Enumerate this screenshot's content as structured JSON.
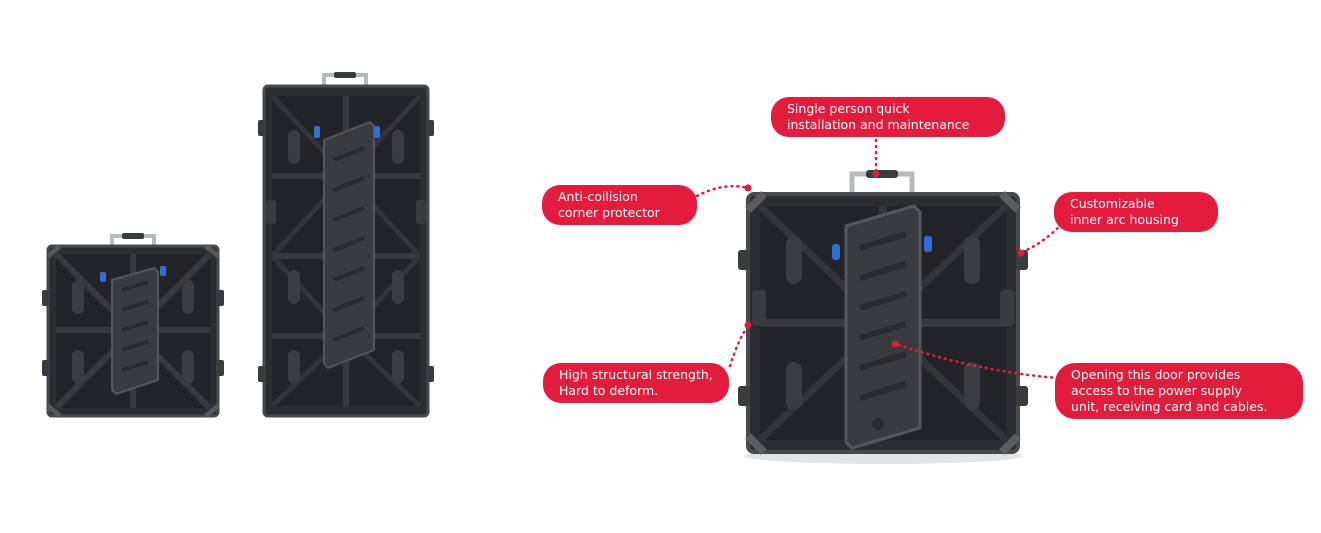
{
  "colors": {
    "accent": "#E31B3D",
    "cabinet_body": "#2c2d30",
    "cabinet_edge": "#47494d",
    "cabinet_dark": "#1d1e20",
    "connector_blue": "#2f6fd6",
    "handle_metal": "#b7babd"
  },
  "callouts": {
    "top": "Single person quick\ninstallation and maintenance",
    "anti_collision": "Anti-collision\ncorner protector",
    "inner_arc": "Customizable\ninner arc housing",
    "strength": "High structural strength,\nHard to deform.",
    "door": "Opening this door provides\naccess to the power supply\nunit, receiving card and cables."
  }
}
